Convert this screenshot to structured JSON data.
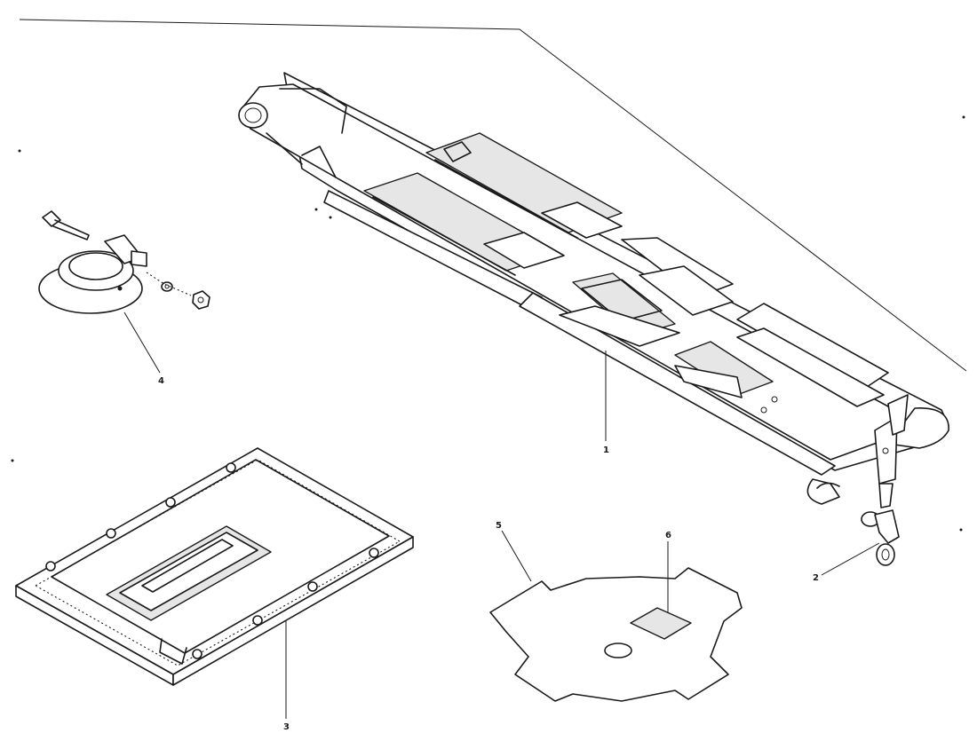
{
  "callouts": [
    {
      "id": "callout-1",
      "label": "1"
    },
    {
      "id": "callout-2",
      "label": "2"
    },
    {
      "id": "callout-3",
      "label": "3"
    },
    {
      "id": "callout-4",
      "label": "4"
    },
    {
      "id": "callout-5",
      "label": "5"
    },
    {
      "id": "callout-6",
      "label": "6"
    }
  ],
  "parts": [
    {
      "callout": "1",
      "name": "carrier-sling-with-pads"
    },
    {
      "callout": "2",
      "name": "snap-hook-swivel"
    },
    {
      "callout": "3",
      "name": "base-plate-with-recess"
    },
    {
      "callout": "4",
      "name": "clamp-ring-with-bolt-washer-nut"
    },
    {
      "callout": "5",
      "name": "notched-disc-plate"
    },
    {
      "callout": "6",
      "name": "label-patch"
    }
  ]
}
